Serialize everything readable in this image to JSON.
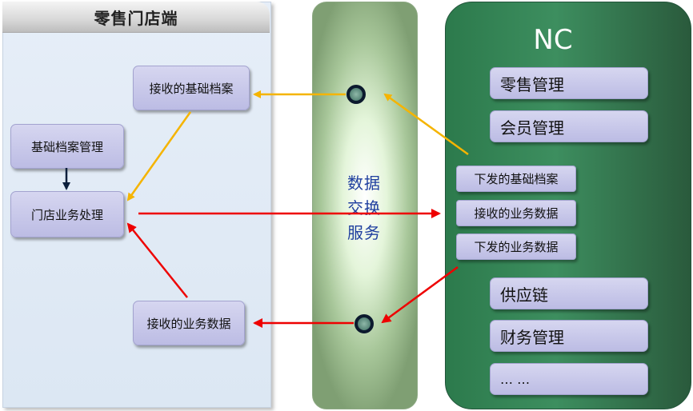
{
  "store": {
    "title": "零售门店端",
    "received_master_data": "接收的基础档案",
    "master_data_mgmt": "基础档案管理",
    "store_business": "门店业务处理",
    "received_business_data": "接收的业务数据"
  },
  "exchange": {
    "line1": "数据",
    "line2": "交换",
    "line3": "服务"
  },
  "nc": {
    "title": "NC",
    "modules": [
      "零售管理",
      "会员管理",
      "供应链",
      "财务管理",
      "… …"
    ],
    "flows": [
      "下发的基础档案",
      "接收的业务数据",
      "下发的业务数据"
    ]
  },
  "colors": {
    "yellow_arrow": "#f5b400",
    "red_arrow": "#ee0000",
    "navy_arrow": "#0a1e3c"
  }
}
